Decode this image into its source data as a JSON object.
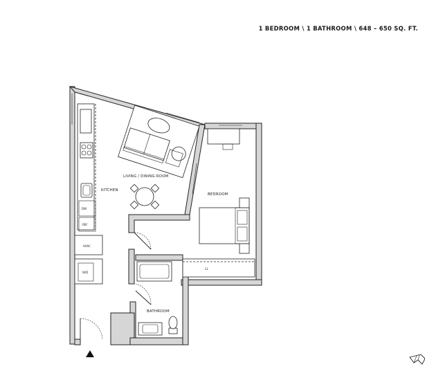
{
  "header": {
    "unit_summary": "1 BEDROOM  \\ 1 BATHROOM  \\ 648 – 650 SQ. FT."
  },
  "rooms": {
    "living": "LIVING / DINING ROOM",
    "kitchen": "KITCHEN",
    "bedroom": "BEDROOM",
    "bathroom": "BATHROOM"
  },
  "fixtures": {
    "dishwasher": "DW",
    "refrigerator": "REF",
    "hvac": "HVAC",
    "washer_dryer": "W/D",
    "closet": "CL"
  },
  "icons": {
    "entry": "entry-arrow-icon",
    "compass": "compass-icon"
  }
}
